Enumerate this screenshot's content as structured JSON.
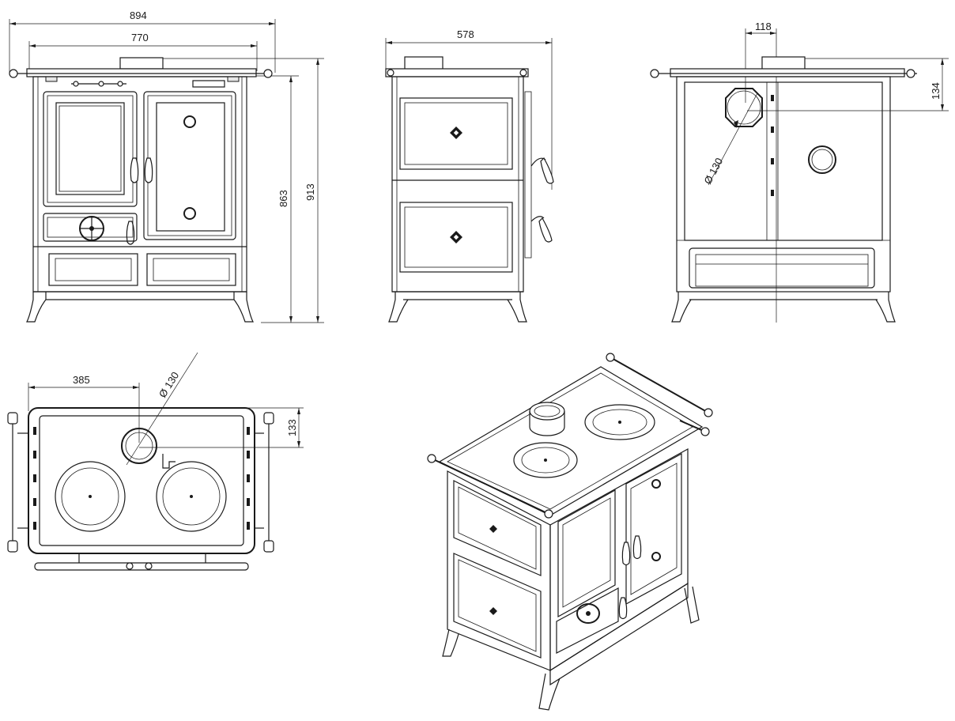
{
  "drawing": {
    "front_view": {
      "dim_overall_width": "894",
      "dim_body_width": "770",
      "dim_height_top": "863",
      "dim_height_total": "913"
    },
    "side_view": {
      "dim_depth": "578"
    },
    "rear_view": {
      "dim_flue_offset": "118",
      "dim_flue_height": "134",
      "dim_flue_diameter": "Ø 130"
    },
    "top_view": {
      "dim_flue_offset": "385",
      "dim_flue_depth": "133",
      "dim_flue_diameter": "Ø 130"
    },
    "colors": {
      "line": "#1a1a1a",
      "background": "#ffffff"
    }
  }
}
